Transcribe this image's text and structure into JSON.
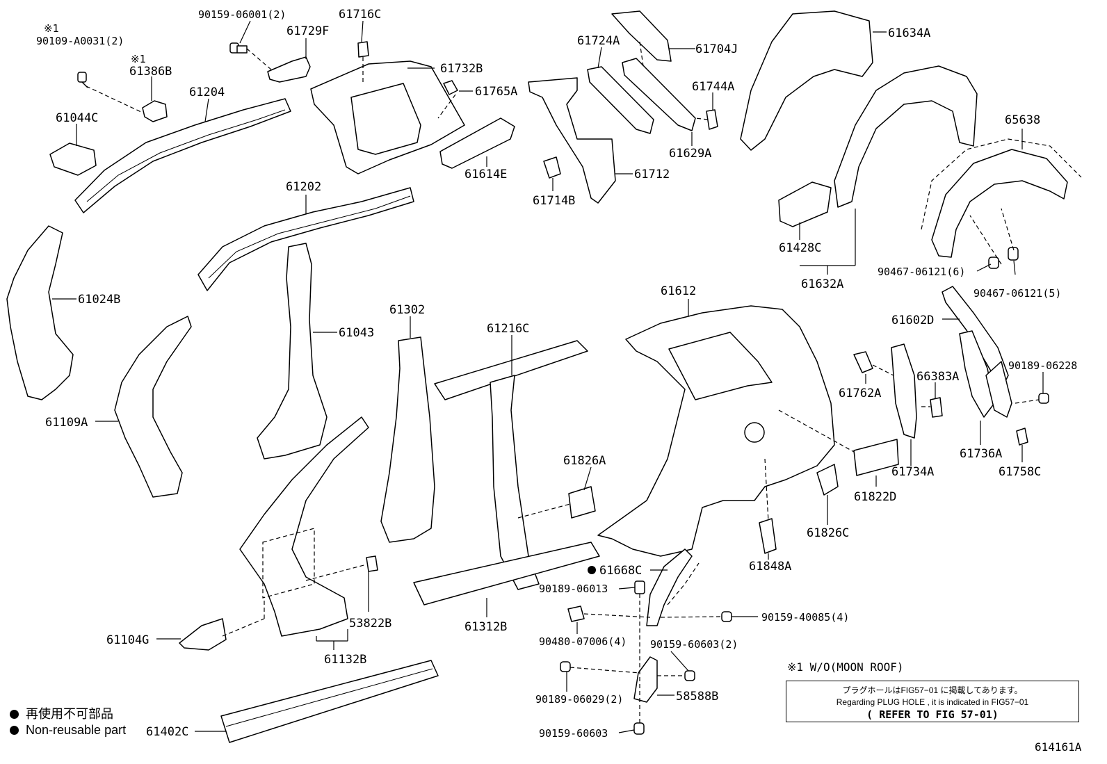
{
  "labels": {
    "p90109": "90109-A0031(2)",
    "p90109_mark": "※1",
    "p90159a": "90159-06001(2)",
    "p61729F": "61729F",
    "p61716C": "61716C",
    "p61386B": "61386B",
    "p61386B_mark": "※1",
    "p61204": "61204",
    "p61732B": "61732B",
    "p61765A": "61765A",
    "p61724A": "61724A",
    "p61704J": "61704J",
    "p61744A": "61744A",
    "p61629A": "61629A",
    "p61634A": "61634A",
    "p61044C": "61044C",
    "p61614E": "61614E",
    "p61712": "61712",
    "p61714B": "61714B",
    "p65638": "65638",
    "p61202": "61202",
    "p61428C": "61428C",
    "p61632A": "61632A",
    "p90467a": "90467-06121(6)",
    "p90467b": "90467-06121(5)",
    "p61024B": "61024B",
    "p61043": "61043",
    "p61612": "61612",
    "p61602D": "61602D",
    "p61302": "61302",
    "p61216C": "61216C",
    "p61109A": "61109A",
    "p61762A": "61762A",
    "p66383A": "66383A",
    "p90189a": "90189-06228",
    "p61826A": "61826A",
    "p61734A": "61734A",
    "p61736A": "61736A",
    "p61758C": "61758C",
    "p61822D": "61822D",
    "p61826C": "61826C",
    "p61848A": "61848A",
    "p61668C": "61668C",
    "p90189b": "90189-06013",
    "p90159b": "90159-40085(4)",
    "p53822B": "53822B",
    "p61104G": "61104G",
    "p61312B": "61312B",
    "p90480": "90480-07006(4)",
    "p90159c": "90159-60603(2)",
    "p61132B": "61132B",
    "p90189c": "90189-06029(2)",
    "p58588B": "58588B",
    "p61402C": "61402C",
    "p90159d": "90159-60603"
  },
  "legend": {
    "jp": "再使用不可部品",
    "en": "Non-reusable part"
  },
  "condition": "※1 W/O(MOON ROOF)",
  "note": {
    "jp": "プラグホールはFIG57−01 に掲載してあります。",
    "en": "Regarding  PLUG HOLE , it is indicated in FIG57−01",
    "ref": "( REFER TO FIG 57-01)"
  },
  "figure_number": "614161A"
}
